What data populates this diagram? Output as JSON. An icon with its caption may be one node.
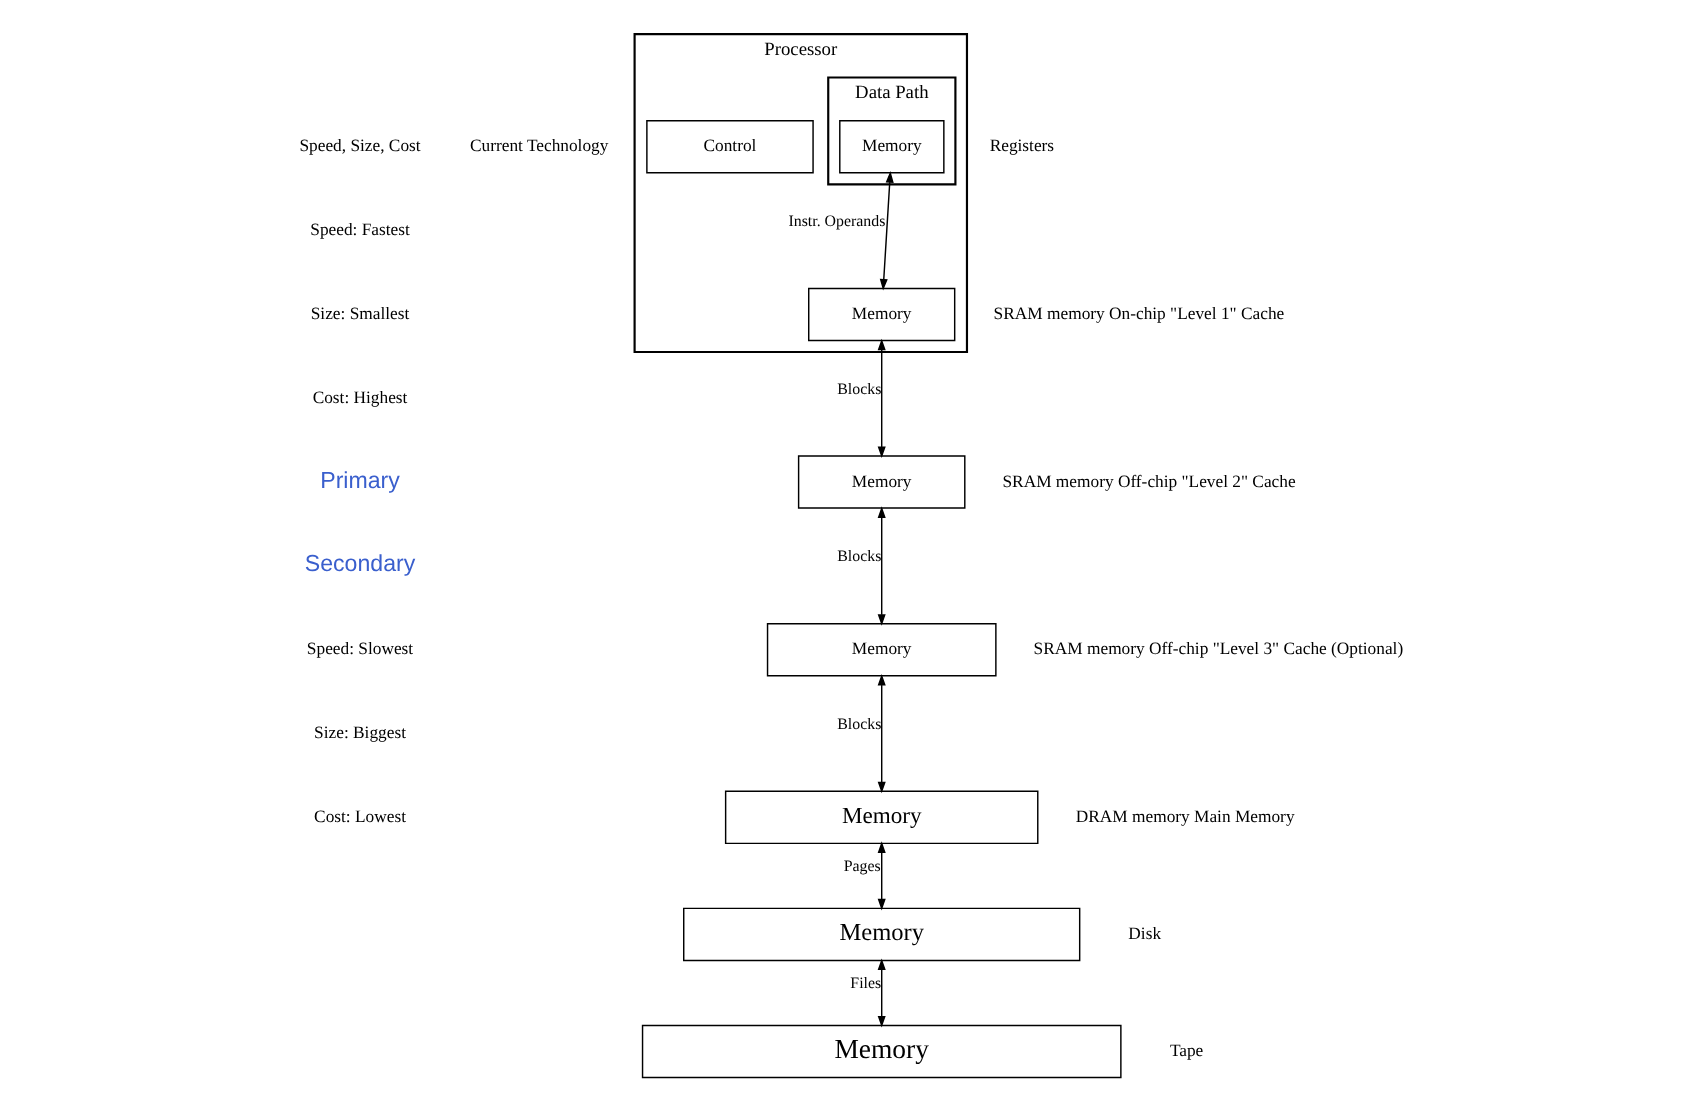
{
  "diagram": {
    "nodes": [
      {
        "text": [
          "Processor"
        ]
      },
      {
        "text": [
          "Control"
        ],
        "in": 0
      },
      {
        "text": [
          "Data Path"
        ],
        "in": 0
      },
      {
        "text": [
          "Memory"
        ],
        "in": 2,
        "beside": [
          "Registers"
        ]
      },
      {
        "text": [
          "Memory"
        ],
        "in": 0,
        "beside": [
          "SRAM memory On-chip \"Level 1\" Cache"
        ]
      },
      {
        "text": [
          "Memory"
        ],
        "beside": [
          "SRAM memory Off-chip \"Level 2\" Cache"
        ]
      },
      {
        "text": [
          "Memory"
        ],
        "beside": [
          "SRAM memory Off-chip \"Level 3\" Cache (Optional)"
        ]
      },
      {
        "text": [
          "Memory"
        ],
        "beside": [
          "DRAM memory Main Memory"
        ]
      },
      {
        "text": [
          "Memory"
        ],
        "beside": [
          "Disk"
        ]
      },
      {
        "text": [
          "Memory"
        ],
        "beside": [
          "Tape"
        ]
      }
    ],
    "edges": [
      {
        "from": 3,
        "to": 4,
        "arrow": "both",
        "label": "Instr. Operands"
      },
      {
        "from": 4,
        "to": 5,
        "arrow": "both",
        "label": "Blocks"
      },
      {
        "from": 5,
        "to": 6,
        "arrow": "both",
        "label": "Blocks"
      },
      {
        "from": 6,
        "to": 7,
        "arrow": "both",
        "label": "Blocks"
      },
      {
        "from": 7,
        "to": 8,
        "arrow": "both",
        "label": "Pages"
      },
      {
        "from": 8,
        "to": 9,
        "arrow": "both",
        "label": "Files"
      }
    ],
    "labels": [
      "Speed, Size, Cost",
      "Current Technology",
      "Speed: Fastest",
      "Size: Smallest",
      "Cost: Highest",
      "Primary",
      "Secondary",
      "Speed: Slowest",
      "Size: Biggest",
      "Cost: Lowest"
    ]
  }
}
